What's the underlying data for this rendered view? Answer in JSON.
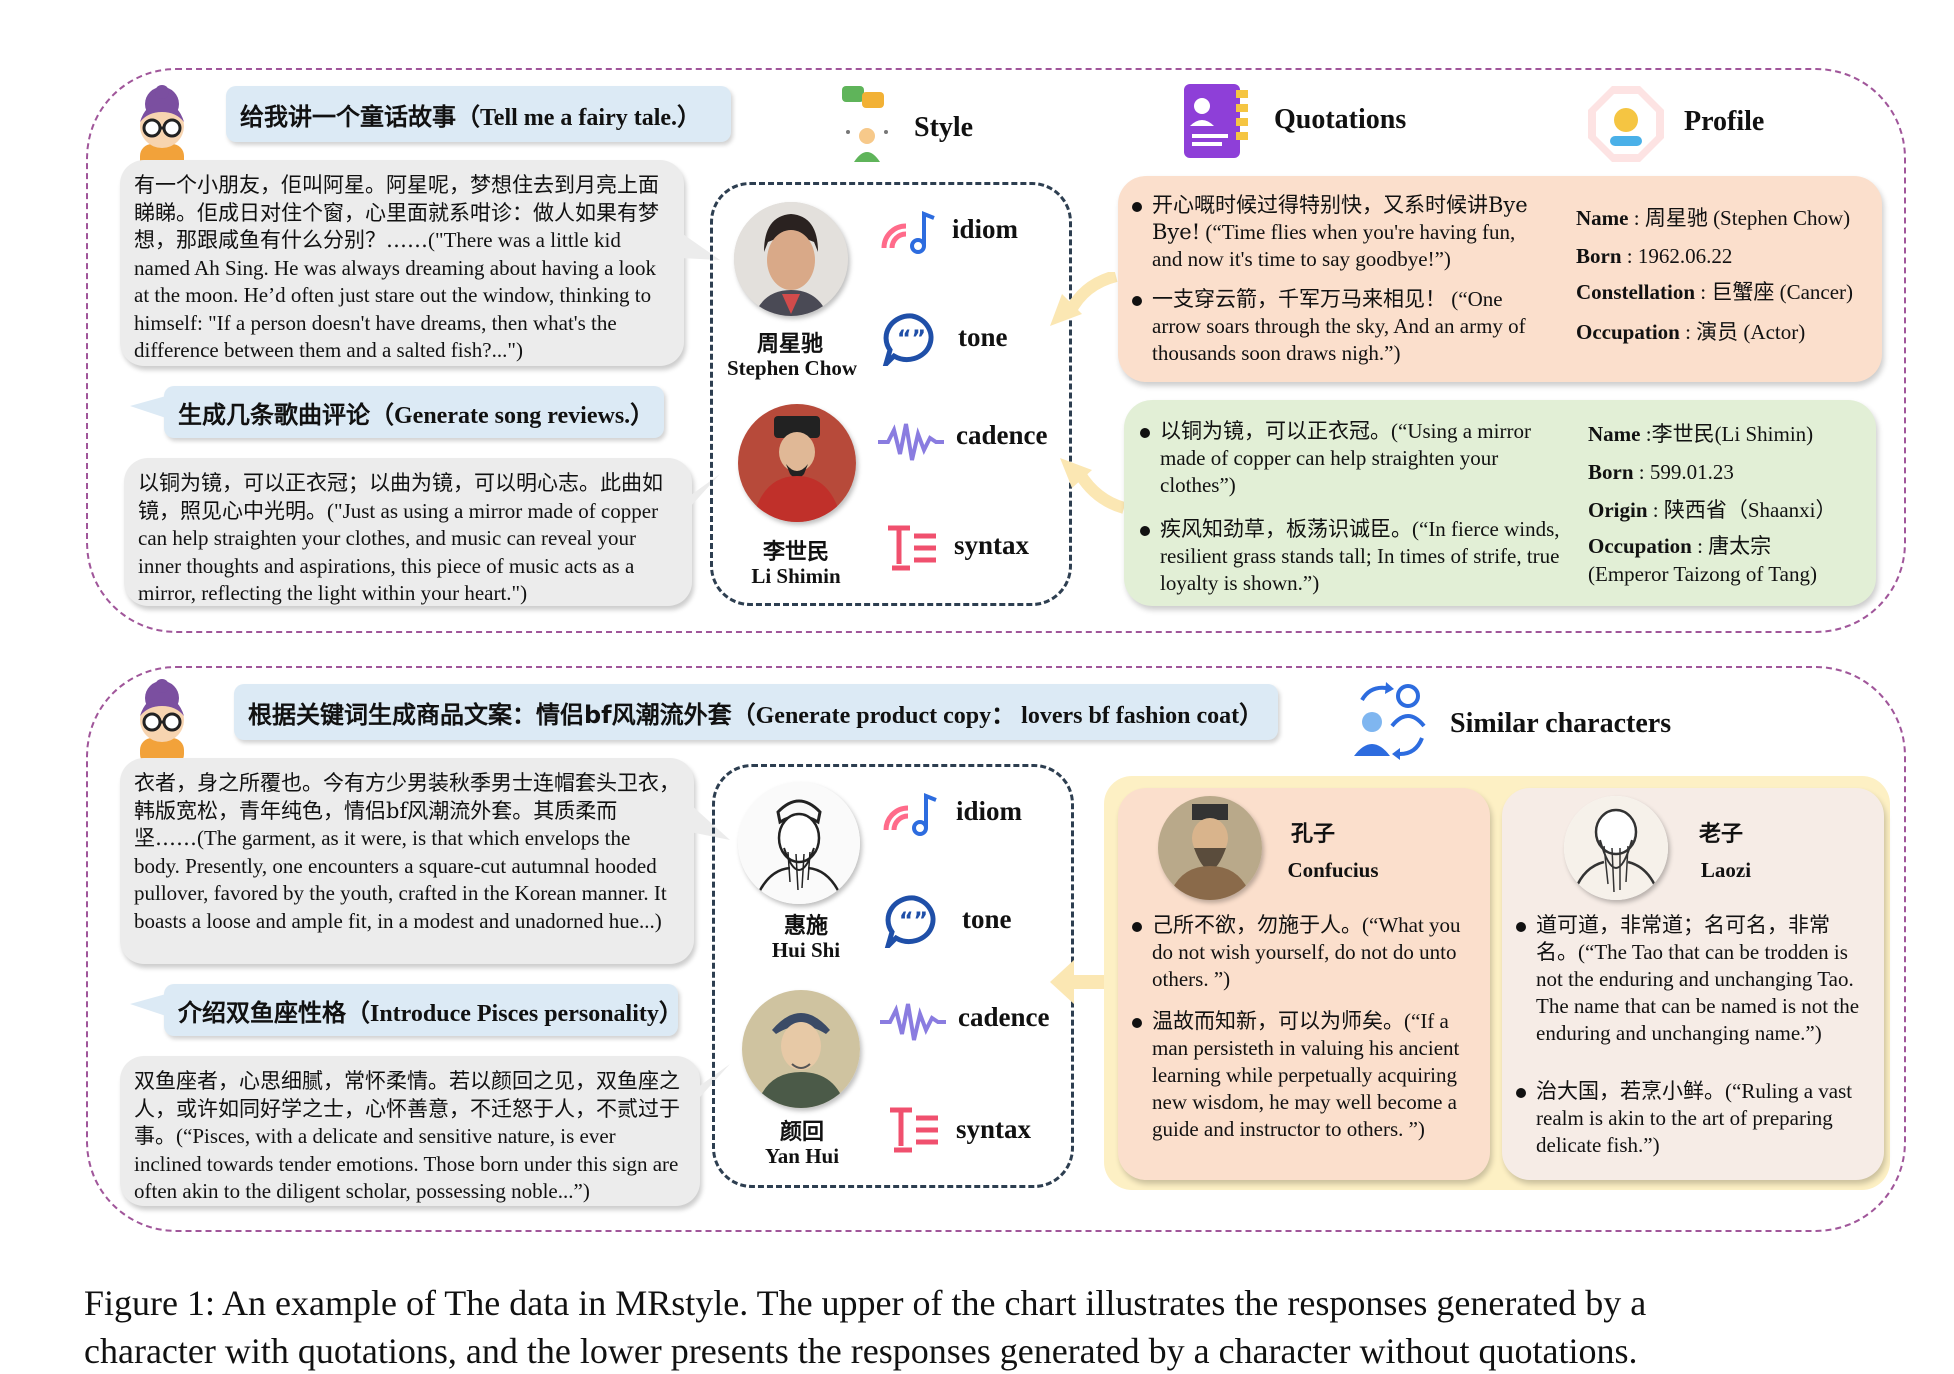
{
  "legend": {
    "style": "Style",
    "quotations": "Quotations",
    "profile": "Profile",
    "similar": "Similar characters"
  },
  "attributes": [
    "idiom",
    "tone",
    "cadence",
    "syntax"
  ],
  "top": {
    "prompt1": {
      "cn": "给我讲一个童话故事",
      "en": "（Tell me a fairy tale.）"
    },
    "reply1": {
      "cn": "有一个小朋友，佢叫阿星。阿星呢，梦想住去到月亮上面睇睇。佢成日对住个窗，心里面就系咁诊：做人如果有梦想，那跟咸鱼有什么分别？……",
      "en": "(\"There was a little kid named Ah Sing. He was always dreaming about having a look at the moon. He’d often just stare out the window, thinking to himself: \"If a person doesn't have dreams, then what's the difference between them and a salted fish?...\")"
    },
    "prompt2": {
      "cn": "生成几条歌曲评论",
      "en": "（Generate song reviews.）"
    },
    "reply2": {
      "cn": "以铜为镜，可以正衣冠；以曲为镜，可以明心志。此曲如镜，照见心中光明。",
      "en": "(\"Just as using a mirror made of copper can help straighten your clothes, and music can reveal your inner thoughts and aspirations, this piece of music acts as a mirror, reflecting the light within your heart.\")"
    },
    "char1": {
      "cn": "周星驰",
      "en": "Stephen Chow"
    },
    "char2": {
      "cn": "李世民",
      "en": "Li Shimin"
    },
    "quotes1": [
      {
        "cn": "开心嘅时候过得特别快，又系时候讲Bye Bye!",
        "en": " (“Time flies when you're having fun, and now it's time to say goodbye!”)"
      },
      {
        "cn": "一支穿云箭，千军万马来相见！",
        "en": " (“One arrow soars through the sky,  And an army of thousands soon draws nigh.”)"
      }
    ],
    "profile1": [
      {
        "k": "Name",
        "v": " : 周星驰 (Stephen Chow)"
      },
      {
        "k": "Born",
        "v": " : 1962.06.22"
      },
      {
        "k": "Constellation",
        "v": " : 巨蟹座 (Cancer)"
      },
      {
        "k": "Occupation",
        "v": " : 演员 (Actor)"
      }
    ],
    "quotes2": [
      {
        "cn": "以铜为镜，可以正衣冠。",
        "en": "(“Using a mirror made of copper can help straighten your clothes”)"
      },
      {
        "cn": "疾风知劲草，板荡识诚臣。",
        "en": "(“In fierce winds, resilient grass stands tall; In times of strife, true loyalty is shown.”)"
      }
    ],
    "profile2": [
      {
        "k": "Name",
        "v": " :李世民(Li Shimin)"
      },
      {
        "k": "Born",
        "v": " : 599.01.23"
      },
      {
        "k": "Origin",
        "v": " : 陕西省（Shaanxi）"
      },
      {
        "k": "Occupation",
        "v": " : 唐太宗"
      },
      {
        "k": "",
        "v": "(Emperor Taizong of Tang)"
      }
    ]
  },
  "bottom": {
    "prompt1": {
      "cn": "根据关键词生成商品文案：情侣bf风潮流外套",
      "en": "（Generate product copy： lovers bf fashion coat）"
    },
    "reply1": {
      "cn": "衣者，身之所覆也。今有方少男装秋季男士连帽套头卫衣，韩版宽松，青年纯色，情侣bf风潮流外套。其质柔而坚……",
      "en": "(The garment, as it were, is that which envelops the body. Presently, one encounters a square-cut autumnal hooded pullover, favored by the youth, crafted in the Korean manner. It boasts a loose and ample fit, in a modest and unadorned hue...)"
    },
    "prompt2": {
      "cn": "介绍双鱼座性格",
      "en": "（Introduce Pisces personality）"
    },
    "reply2": {
      "cn": "双鱼座者，心思细腻，常怀柔情。若以颜回之见，双鱼座之人，或许如同好学之士，心怀善意，不迁怒于人，不贰过于事。",
      "en": "(“Pisces, with a delicate and sensitive nature, is ever inclined towards tender emotions. Those born under this sign are often akin to the diligent scholar, possessing noble...”)"
    },
    "char1": {
      "cn": "惠施",
      "en": "Hui Shi"
    },
    "char2": {
      "cn": "颜回",
      "en": "Yan Hui"
    },
    "sim1": {
      "cn": "孔子",
      "en": "Confucius"
    },
    "sim2": {
      "cn": "老子",
      "en": "Laozi"
    },
    "simQuotes1": [
      {
        "cn": "己所不欲，勿施于人。",
        "en": "(“What you do not wish yourself, do not do unto others. ”)"
      },
      {
        "cn": "温故而知新，可以为师矣。",
        "en": "(“If a man persisteth in valuing his ancient learning while perpetually acquiring new wisdom, he may well become a guide and instructor to others. ”)"
      }
    ],
    "simQuotes2": [
      {
        "cn": "道可道，非常道；名可名，非常名。",
        "en": "(“The Tao that can be trodden is not the enduring and unchanging Tao. The name that can be named is not the enduring and unchanging name.”)"
      },
      {
        "cn": "治大国，若烹小鲜。",
        "en": "(“Ruling a vast realm is akin to the art of preparing delicate fish.”)"
      }
    ]
  },
  "caption": {
    "line1": "Figure 1:  An example of The data in MRstyle.  The upper of the chart illustrates the responses generated by a",
    "line2": "character with quotations, and the lower presents the responses generated by a character without quotations."
  },
  "colors": {
    "panel_border": "#a0569a",
    "prompt_bg": "#dceaf5",
    "bubble_bg": "#ececec",
    "orange_box": "#fbdfcc",
    "green_box": "#e2efd6",
    "yellow_box": "#fdf0c4",
    "confucius_box": "#fbdfcc",
    "laozi_box": "#f6ece6"
  }
}
